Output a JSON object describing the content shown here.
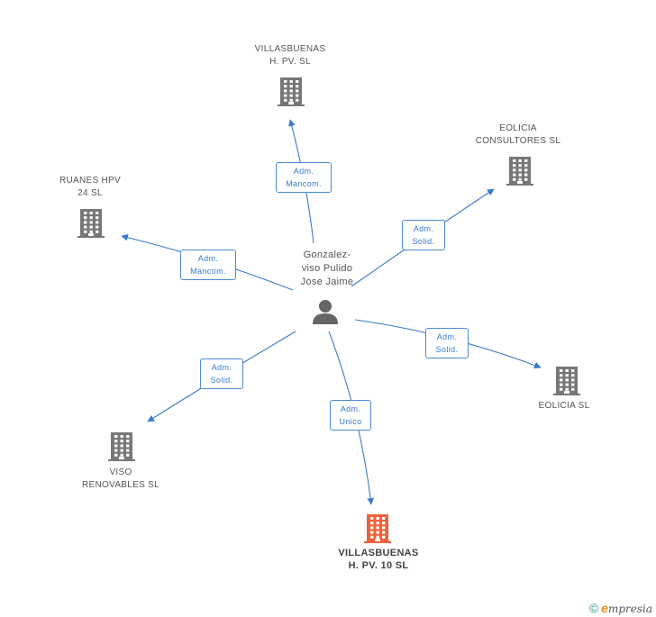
{
  "colors": {
    "edge": "#3a7bc8",
    "building": "#777777",
    "building_main": "#f0603a",
    "person": "#666666"
  },
  "person": {
    "name": "Gonzalez-\nviso Pulido\nJose Jaime",
    "icon": "person-icon"
  },
  "companies": [
    {
      "id": "villasbuenas-hpv",
      "name": "VILLASBUENAS\nH.  PV.  SL",
      "main": false,
      "icon": "building-icon"
    },
    {
      "id": "eolicia-consultores",
      "name": "EOLICIA\nCONSULTORES SL",
      "main": false,
      "icon": "building-icon"
    },
    {
      "id": "ruanes-hpv",
      "name": "RUANES HPV\n24 SL",
      "main": false,
      "icon": "building-icon"
    },
    {
      "id": "eolicia",
      "name": "EOLICIA SL",
      "main": false,
      "icon": "building-icon"
    },
    {
      "id": "viso-renovables",
      "name": "VISO\nRENOVABLES SL",
      "main": false,
      "icon": "building-icon"
    },
    {
      "id": "villasbuenas-10",
      "name": "VILLASBUENAS\nH.  PV.  10 SL",
      "main": true,
      "icon": "building-icon"
    }
  ],
  "relations": [
    {
      "target": "villasbuenas-hpv",
      "role": "Adm.\nMancom."
    },
    {
      "target": "eolicia-consultores",
      "role": "Adm.\nSolid."
    },
    {
      "target": "ruanes-hpv",
      "role": "Adm.\nMancom."
    },
    {
      "target": "eolicia",
      "role": "Adm.\nSolid."
    },
    {
      "target": "viso-renovables",
      "role": "Adm.\nSolid."
    },
    {
      "target": "villasbuenas-10",
      "role": "Adm.\nUnico"
    }
  ],
  "footer": {
    "copyright": "©",
    "brand_initial": "e",
    "brand_rest": "mpresia"
  }
}
